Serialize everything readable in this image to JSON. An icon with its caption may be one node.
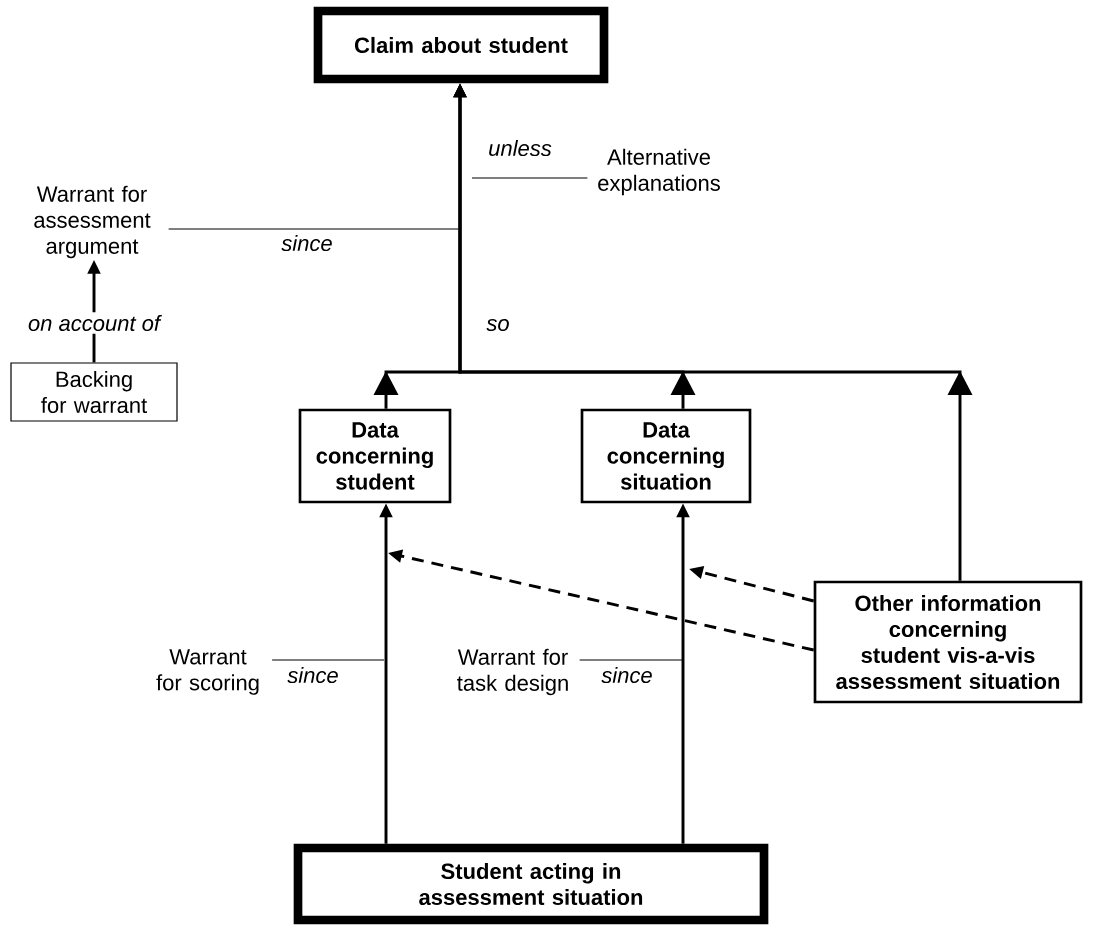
{
  "diagram": {
    "nodes": [
      {
        "text": [
          "Claim about student"
        ]
      },
      {
        "text": [
          "Alternative explanations"
        ]
      },
      {
        "text": [
          "Warrant for assessment argument"
        ]
      },
      {
        "text": [
          "Backing for warrant"
        ]
      },
      {
        "text": [
          "Data concerning student"
        ]
      },
      {
        "text": [
          "Data concerning situation"
        ]
      },
      {
        "text": [
          "Other information concerning student vis-a-vis assessment situation"
        ]
      },
      {
        "text": [
          "Warrant for scoring"
        ]
      },
      {
        "text": [
          "Warrant for task design"
        ]
      },
      {
        "text": [
          "Student acting in assessment situation"
        ]
      }
    ],
    "edges": [
      {
        "from": 1,
        "to": null,
        "arrow": "none",
        "label": "unless"
      },
      {
        "from": 2,
        "to": null,
        "arrow": "none",
        "label": "since"
      },
      {
        "from": 3,
        "to": 2,
        "arrow": "to",
        "label": "on account of"
      },
      {
        "from": 4,
        "to": 0,
        "arrow": "to",
        "label": "so"
      },
      {
        "from": 5,
        "to": 0,
        "arrow": "to"
      },
      {
        "from": 6,
        "to": 0,
        "arrow": "to"
      },
      {
        "from": 9,
        "to": 4,
        "arrow": "to"
      },
      {
        "from": 9,
        "to": 5,
        "arrow": "to"
      },
      {
        "from": 7,
        "to": null,
        "arrow": "none",
        "label": "since"
      },
      {
        "from": 8,
        "to": null,
        "arrow": "none",
        "label": "since"
      },
      {
        "from": 6,
        "to": null,
        "arrow": "to",
        "style": "dashed"
      },
      {
        "from": 6,
        "to": null,
        "arrow": "to",
        "style": "dashed"
      }
    ]
  }
}
